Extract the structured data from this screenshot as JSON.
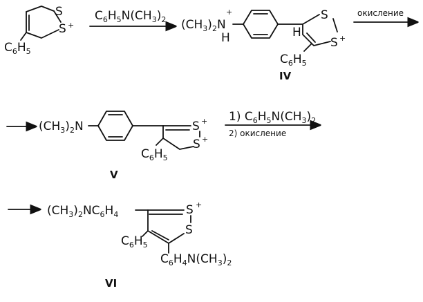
{
  "colors": {
    "ink": "#111111",
    "background": "#ffffff"
  },
  "labels": {
    "s_left_1": "S",
    "s_plus": "S",
    "c6h5_row1": "C",
    "reagent_1": "C",
    "reagent_1_mid": "H",
    "reagent_1_tail": "N(CH",
    "reagent_1_end": ")",
    "amm_prefix": "(CH",
    "amm_mid": ")",
    "amm_n": "N",
    "amm_h": "H",
    "iv_h": "H",
    "iv_s_top": "S",
    "iv_s_bottom": "S",
    "iv_c6h5": "C",
    "oxidation_1": "окисление",
    "roman_iv": "IV",
    "v_prefix": "(CH",
    "v_n": ")",
    "v_n2": "N",
    "v_s_top": "S",
    "v_s_bottom": "S",
    "v_c6h5": "C",
    "step2_line1": "1) C",
    "step2_line1b": "H",
    "step2_line1c": "N(CH",
    "step2_line1d": ")",
    "step2_line2": "2) окисление",
    "roman_v": "V",
    "vi_prefix": "(CH",
    "vi_mid": ")",
    "vi_n": "NC",
    "vi_h": "H",
    "vi_s_top": "S",
    "vi_s_bottom": "S",
    "vi_c6h5": "C",
    "vi_bottom": "C",
    "vi_bottom_b": "H",
    "vi_bottom_c": "N(CH",
    "vi_bottom_d": ")",
    "roman_vi": "VI",
    "sub_6": "6",
    "sub_5": "5",
    "sub_3": "3",
    "sub_2": "2",
    "sub_4": "4",
    "plus": "+"
  }
}
